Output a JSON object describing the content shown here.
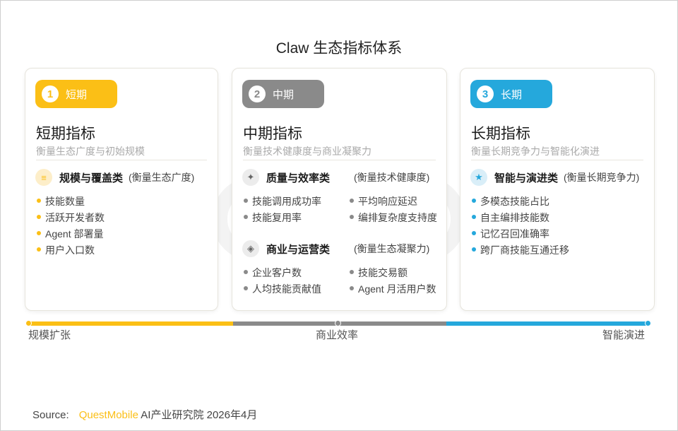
{
  "title": "Claw 生态指标体系",
  "colors": {
    "short": "#fbbf16",
    "mid": "#8a8a8a",
    "long": "#25a8dc"
  },
  "cards": [
    {
      "number": "1",
      "pill_label": "短期",
      "heading": "短期指标",
      "subtitle": "衡量生态广度与初始规模",
      "categories": [
        {
          "icon": "list-icon",
          "name": "规模与覆盖类",
          "note": "(衡量生态广度)",
          "items": [
            "技能数量",
            "活跃开发者数",
            "Agent 部署量",
            "用户入口数"
          ]
        }
      ]
    },
    {
      "number": "2",
      "pill_label": "中期",
      "heading": "中期指标",
      "subtitle": "衡量技术健康度与商业凝聚力",
      "categories": [
        {
          "icon": "sparkle-icon",
          "name": "质量与效率类",
          "note": "(衡量技术健康度)",
          "items": [
            "技能调用成功率",
            "平均响应延迟",
            "技能复用率",
            "编排复杂度支持度"
          ]
        },
        {
          "icon": "diamond-icon",
          "name": "商业与运营类",
          "note": "(衡量生态凝聚力)",
          "items": [
            "企业客户数",
            "技能交易额",
            "人均技能贡献值",
            "Agent 月活用户数"
          ]
        }
      ]
    },
    {
      "number": "3",
      "pill_label": "长期",
      "heading": "长期指标",
      "subtitle": "衡量长期竞争力与智能化演进",
      "categories": [
        {
          "icon": "star-icon",
          "name": "智能与演进类",
          "note": "(衡量长期竞争力)",
          "items": [
            "多模态技能占比",
            "自主编排技能数",
            "记忆召回准确率",
            "跨厂商技能互通迁移"
          ]
        }
      ]
    }
  ],
  "timeline": {
    "labels": [
      "规模扩张",
      "商业效率",
      "智能演进"
    ]
  },
  "source": {
    "prefix": "Source:",
    "brand": "QuestMobile",
    "rest": "AI产业研究院 2026年4月"
  }
}
